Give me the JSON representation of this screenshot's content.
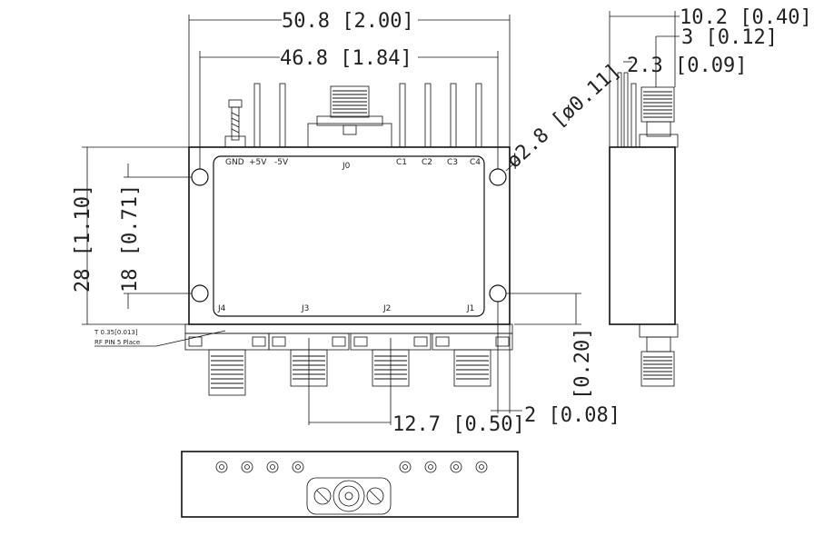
{
  "dimensions": {
    "overall_width": "50.8 [2.00]",
    "hole_spacing": "46.8 [1.84]",
    "side_width": "10.2 [0.40]",
    "side_offset_3": "3 [0.12]",
    "side_offset_2_3": "2.3 [0.09]",
    "hole_dia": "ø2.8 [ø0.11]",
    "height": "28 [1.10]",
    "hole_v_spacing": "18 [0.71]",
    "connector_pitch": "12.7 [0.50]",
    "edge_offset": "2 [0.08]",
    "conn_height": "[0.20]"
  },
  "pins": {
    "gnd": "GND",
    "p5v": "+5V",
    "m5v": "-5V",
    "j0": "J0",
    "c1": "C1",
    "c2": "C2",
    "c3": "C3",
    "c4": "C4"
  },
  "ports": {
    "j4": "J4",
    "j3": "J3",
    "j2": "J2",
    "j1": "J1"
  },
  "note": {
    "line1": "T 0.35[0.013]",
    "line2": "RF PIN 5 Place"
  }
}
